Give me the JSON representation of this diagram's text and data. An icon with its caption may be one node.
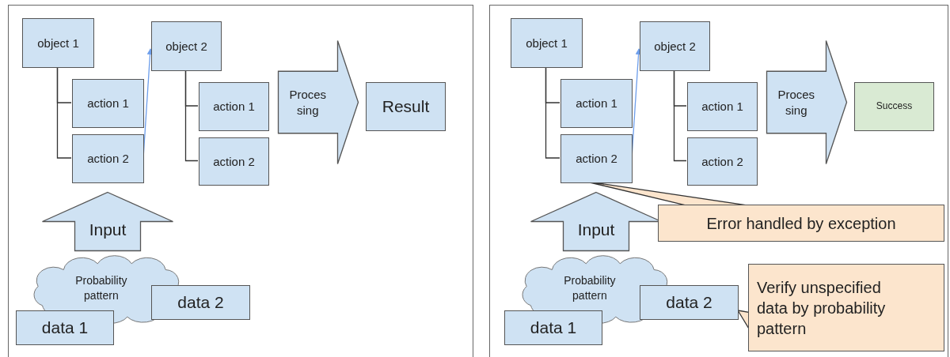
{
  "diagram": {
    "nodes": [
      {
        "text": [],
        "shape": "box"
      },
      {
        "text": [
          "object 1"
        ],
        "in": 0
      },
      {
        "text": [
          "action 1"
        ],
        "in": 0
      },
      {
        "text": [
          "action 2"
        ],
        "in": 0
      },
      {
        "text": [
          "object 2"
        ],
        "in": 0
      },
      {
        "text": [
          "action 1"
        ],
        "in": 0
      },
      {
        "text": [
          "action 2"
        ],
        "in": 0
      },
      {
        "text": [
          "Proces sing"
        ],
        "in": 0
      },
      {
        "text": [
          "Result"
        ],
        "in": 0
      },
      {
        "text": [
          "Input"
        ],
        "in": 0
      },
      {
        "text": [
          "Probability pattern"
        ],
        "in": 0
      },
      {
        "text": [
          "data 1"
        ],
        "in": 0
      },
      {
        "text": [
          "data 2"
        ],
        "in": 0
      },
      {
        "text": [],
        "shape": "box"
      },
      {
        "text": [
          "object 1"
        ],
        "in": 13
      },
      {
        "text": [
          "action 1"
        ],
        "in": 13
      },
      {
        "text": [
          "action 2"
        ],
        "in": 13
      },
      {
        "text": [
          "object 2"
        ],
        "in": 13
      },
      {
        "text": [
          "action 1"
        ],
        "in": 13
      },
      {
        "text": [
          "action 2"
        ],
        "in": 13
      },
      {
        "text": [
          "Proces sing"
        ],
        "in": 13
      },
      {
        "text": [
          "Success"
        ],
        "in": 13
      },
      {
        "text": [
          "Input"
        ],
        "in": 13
      },
      {
        "text": [
          "Probability pattern"
        ],
        "in": 13
      },
      {
        "text": [
          "data 1"
        ],
        "in": 13
      },
      {
        "text": [
          "data 2"
        ],
        "in": 13
      },
      {
        "text": [
          "Error handled by exception"
        ],
        "in": 13
      },
      {
        "text": [
          "Verify unspecified data by probability pattern"
        ],
        "in": 13
      }
    ],
    "edges": [
      {
        "from": 1,
        "to": 2,
        "arrow": "none"
      },
      {
        "from": 1,
        "to": 3,
        "arrow": "none"
      },
      {
        "from": 3,
        "to": 4,
        "arrow": "to",
        "color": "#6d9eeb"
      },
      {
        "from": 4,
        "to": 5,
        "arrow": "none"
      },
      {
        "from": 4,
        "to": 6,
        "arrow": "none"
      },
      {
        "from": 14,
        "to": 15,
        "arrow": "none"
      },
      {
        "from": 14,
        "to": 16,
        "arrow": "none"
      },
      {
        "from": 16,
        "to": 17,
        "arrow": "to",
        "color": "#6d9eeb"
      },
      {
        "from": 17,
        "to": 18,
        "arrow": "none"
      },
      {
        "from": 17,
        "to": 19,
        "arrow": "none"
      },
      {
        "from": 26,
        "to": 16,
        "arrow": "none"
      },
      {
        "from": 27,
        "to": 25,
        "arrow": "to"
      }
    ]
  }
}
